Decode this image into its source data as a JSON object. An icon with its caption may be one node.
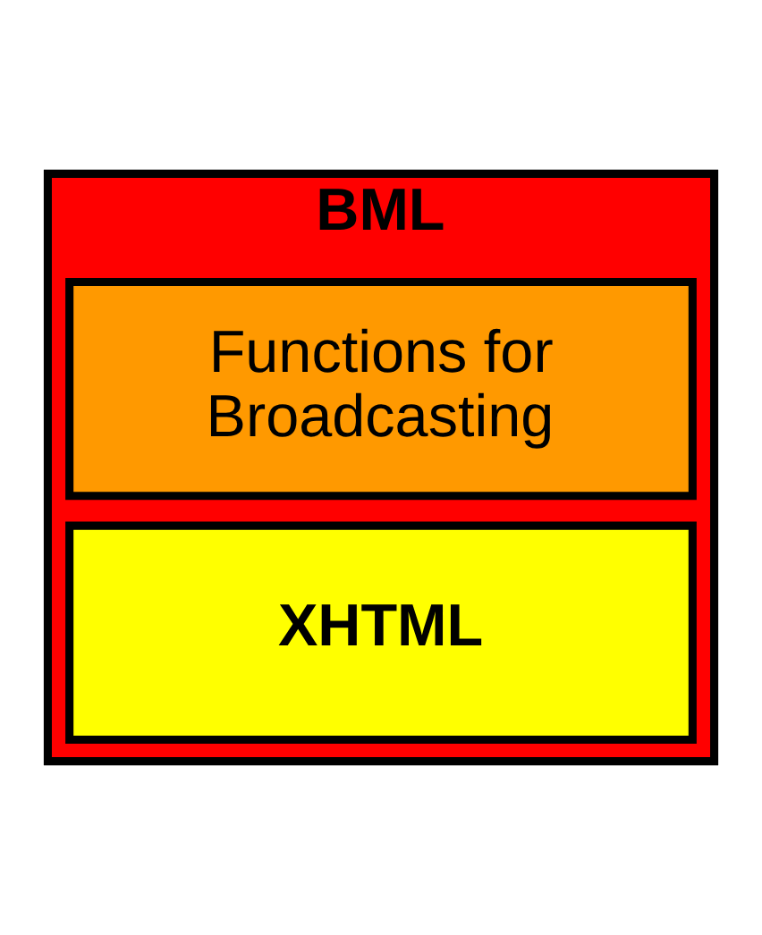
{
  "diagram": {
    "nodes": [
      {
        "text": [
          "BML"
        ]
      },
      {
        "text": [
          "Functions for Broadcasting"
        ],
        "in": 0
      },
      {
        "text": [
          "XHTML"
        ],
        "in": 0
      }
    ]
  }
}
